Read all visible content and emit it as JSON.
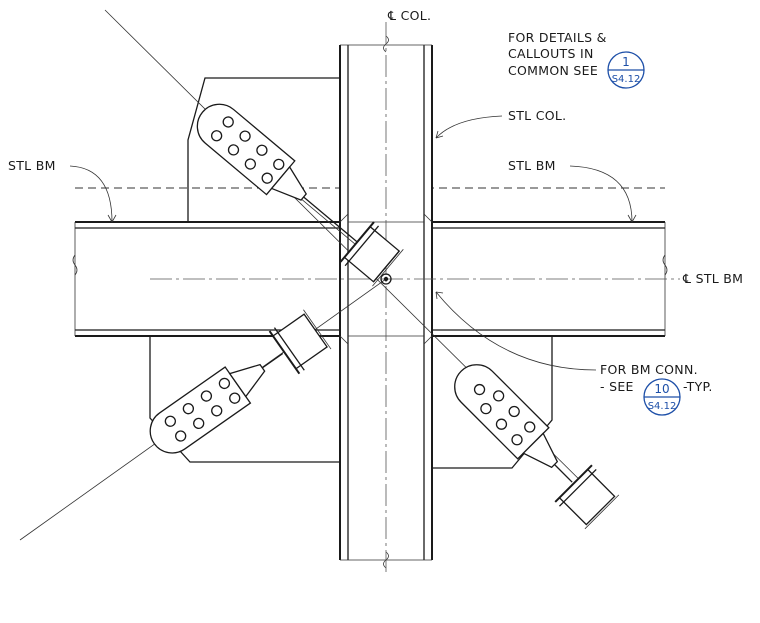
{
  "labels": {
    "col_centerline": "℄ COL.",
    "beam_centerline": "℄ STL BM",
    "stl_col": "STL COL.",
    "stl_bm_left": "STL BM",
    "stl_bm_right": "STL BM",
    "details_note_line1": "FOR DETAILS &",
    "details_note_line2": "CALLOUTS IN",
    "details_note_line3": "COMMON SEE",
    "bm_conn_line1": "FOR BM CONN.",
    "bm_conn_see": "- SEE",
    "bm_conn_typ": "-TYP."
  },
  "callouts": {
    "common": {
      "detail": "1",
      "sheet": "S4.12"
    },
    "bm_conn": {
      "detail": "10",
      "sheet": "S4.12"
    }
  },
  "colors": {
    "linework": "#1a1a1a",
    "callout_blue": "#1d4fa8"
  }
}
